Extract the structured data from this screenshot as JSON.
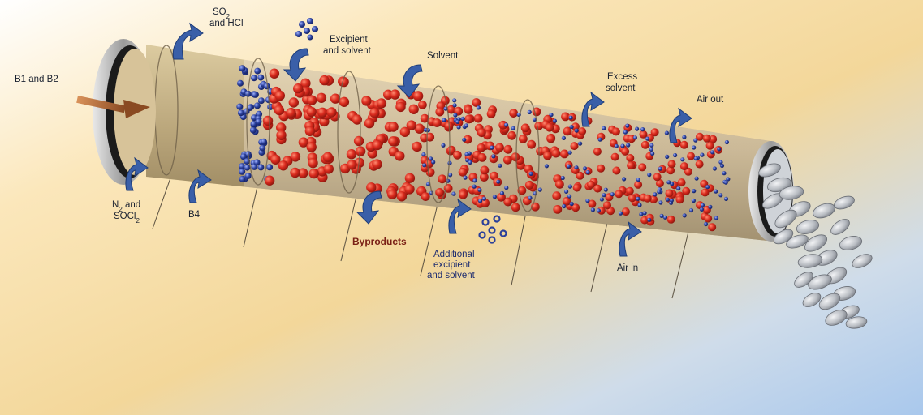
{
  "diagram": {
    "labels": {
      "b1_b2": "B1 and B2",
      "so2_hcl_line1": "SO",
      "so2_hcl_sub": "2",
      "so2_hcl_line2": "and HCl",
      "excipient_line1": "Excipient",
      "excipient_line2": "and solvent",
      "solvent": "Solvent",
      "excess_line1": "Excess",
      "excess_line2": "solvent",
      "air_out": "Air out",
      "n2_line1": "N",
      "n2_sub": "2",
      "n2_line1_tail": " and",
      "n2_line2": "SOCl",
      "n2_line2_sub": "2",
      "b4": "B4",
      "byproducts": "Byproducts",
      "additional_line1": "Additional",
      "additional_line2": "excipient",
      "additional_line3": "and solvent",
      "air_in": "Air in"
    },
    "colors": {
      "tube_shell": "#b9a57a",
      "particle_red": "#d92b1e",
      "particle_blue": "#2a3f9a",
      "arrow_blue": "#3a5fa8",
      "feed_arrow": "#b06a3a",
      "tablet": "#b8bcc2",
      "background_warm": "#f3d79a",
      "background_cool": "#b9d3ee"
    },
    "icons": {
      "flow_arrow": "curved-arrow-icon",
      "feed": "feed-arrow-icon",
      "tablet": "tablet-icon"
    }
  }
}
